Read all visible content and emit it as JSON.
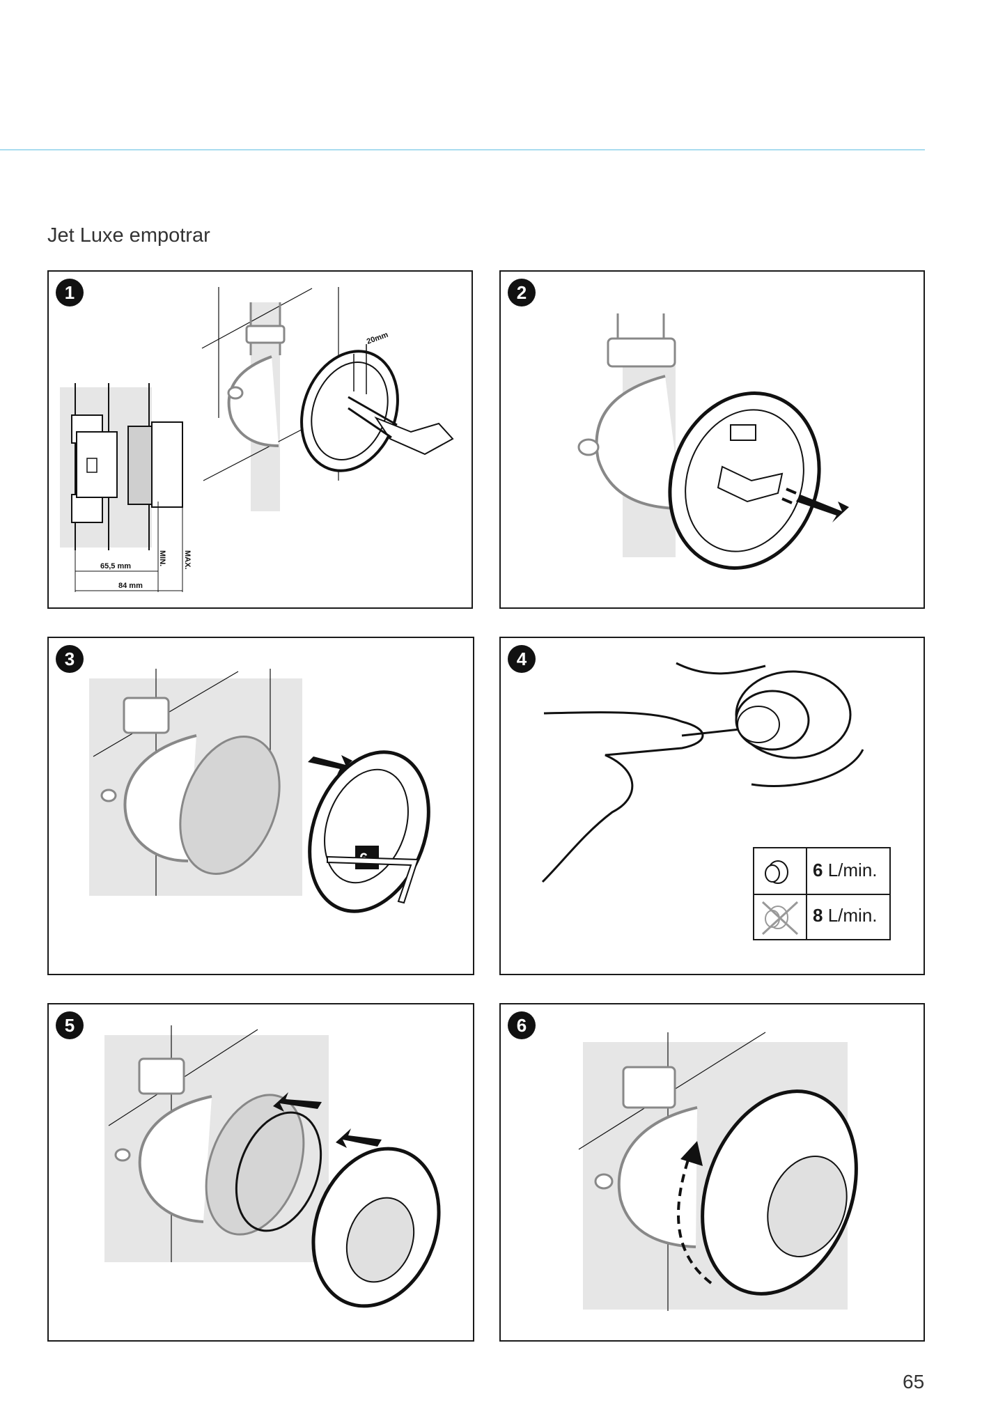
{
  "page": {
    "title": "Jet Luxe empotrar",
    "page_number": "65"
  },
  "steps": [
    {
      "number": "1",
      "labels": {
        "cut": "20mm",
        "min_dim": "65,5 mm",
        "max_dim": "84 mm",
        "min": "MIN.",
        "max": "MAX."
      }
    },
    {
      "number": "2"
    },
    {
      "number": "3",
      "labels": {
        "key": "6"
      }
    },
    {
      "number": "4",
      "flow": [
        {
          "value": "6",
          "unit": "L/min."
        },
        {
          "value": "8",
          "unit": "L/min."
        }
      ]
    },
    {
      "number": "5"
    },
    {
      "number": "6"
    }
  ],
  "colors": {
    "accent_rule": "#a9dcef",
    "wall_gray": "#e6e6e6",
    "ink": "#1a1a1a"
  }
}
